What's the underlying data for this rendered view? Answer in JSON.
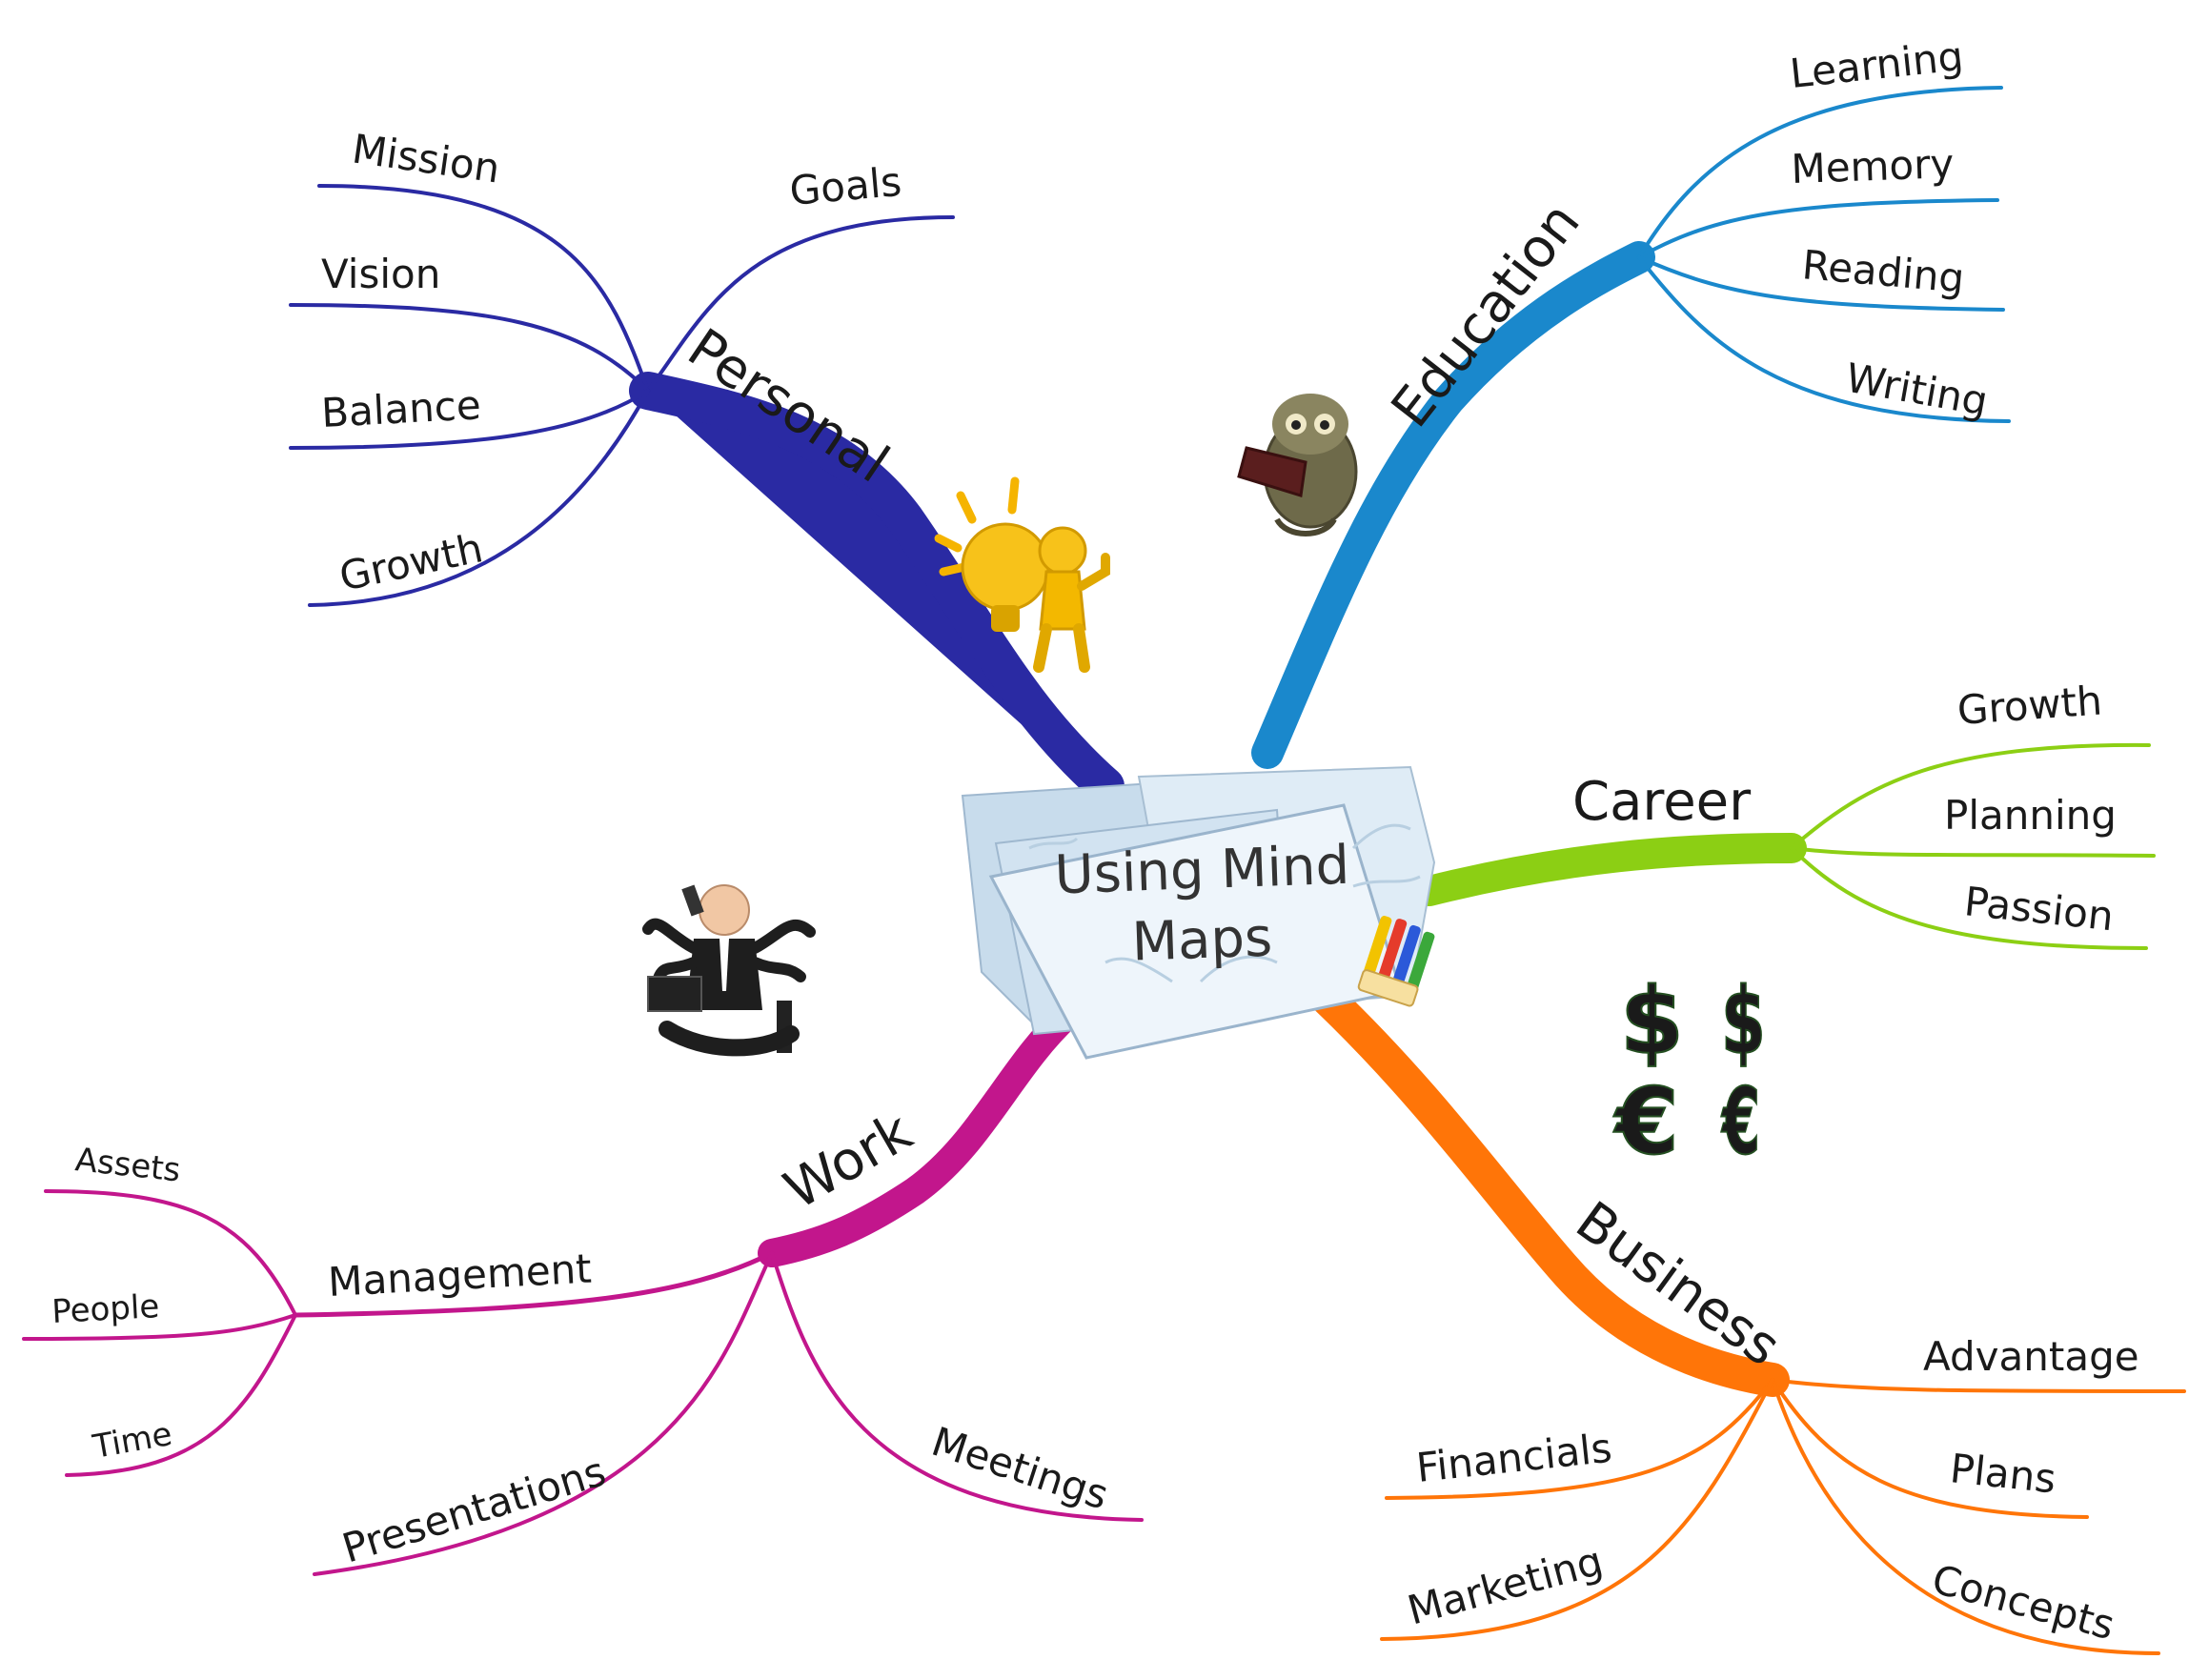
{
  "colors": {
    "personal": "#2a2aa3",
    "education": "#1a88cc",
    "career": "#8ccf14",
    "business": "#ff7508",
    "work": "#c2168c"
  },
  "center": {
    "line1": "Using Mind",
    "line2": "Maps"
  },
  "branches": {
    "personal": {
      "label": "Personal",
      "children": [
        "Goals",
        "Mission",
        "Vision",
        "Balance",
        "Growth"
      ]
    },
    "education": {
      "label": "Education",
      "children": [
        "Learning",
        "Memory",
        "Reading",
        "Writing"
      ]
    },
    "career": {
      "label": "Career",
      "children": [
        "Growth",
        "Planning",
        "Passion"
      ]
    },
    "business": {
      "label": "Business",
      "children": [
        "Advantage",
        "Plans",
        "Concepts",
        "Financials",
        "Marketing"
      ]
    },
    "work": {
      "label": "Work",
      "children": [
        "Management",
        "Presentations",
        "Meetings"
      ],
      "management_children": [
        "Assets",
        "People",
        "Time"
      ]
    }
  },
  "icons": [
    "lightbulb-figure-icon",
    "owl-reading-icon",
    "currency-symbols-icon",
    "multitasking-businessman-icon",
    "colored-pens-icon"
  ]
}
